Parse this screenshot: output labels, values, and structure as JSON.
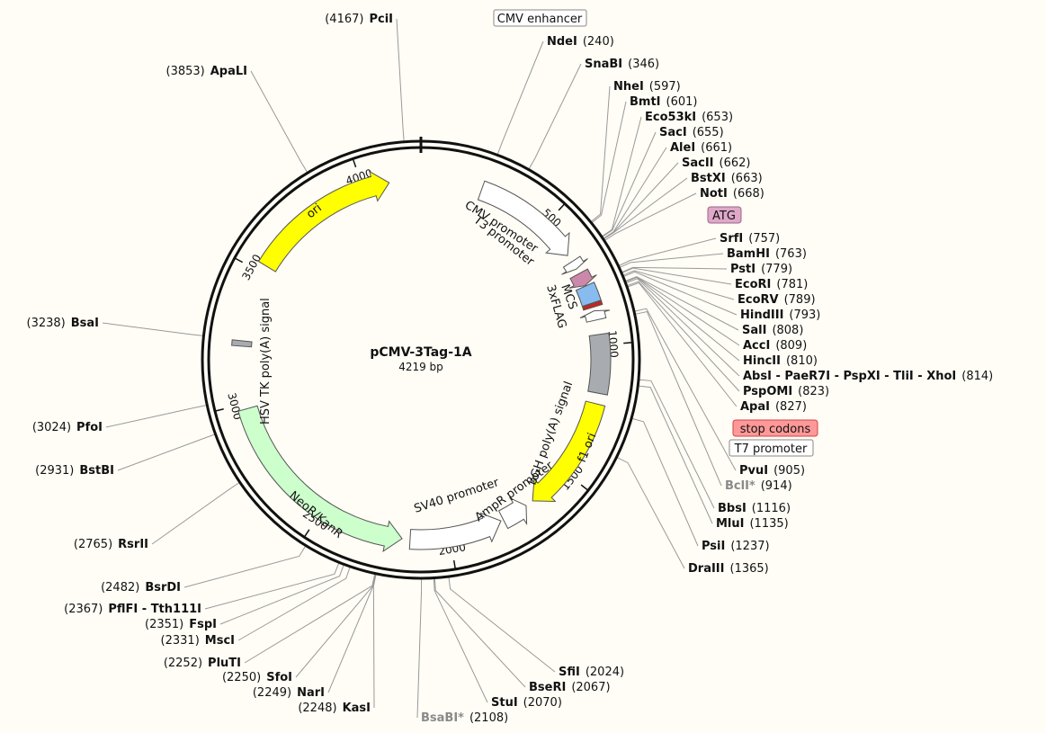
{
  "plasmid": {
    "name": "pCMV-3Tag-1A",
    "length_label": "4219 bp",
    "length": 4219
  },
  "ticks": [
    {
      "bp": 500,
      "label": "500"
    },
    {
      "bp": 1000,
      "label": "1000"
    },
    {
      "bp": 1500,
      "label": "1500"
    },
    {
      "bp": 2000,
      "label": "2000"
    },
    {
      "bp": 2500,
      "label": "2500"
    },
    {
      "bp": 3000,
      "label": "3000"
    },
    {
      "bp": 3500,
      "label": "3500"
    },
    {
      "bp": 4000,
      "label": "4000"
    }
  ],
  "features": [
    {
      "id": "cmv-promoter",
      "label": "CMV promoter",
      "start": 230,
      "end": 640,
      "color": "#ffffff",
      "dir": 1
    },
    {
      "id": "t3-promoter",
      "label": "T3 promoter",
      "start": 668,
      "end": 700,
      "color": "#ffffff",
      "dir": 1
    },
    {
      "id": "atg-feature",
      "label": "",
      "start": 720,
      "end": 770,
      "color": "#cc88aa",
      "dir": 1
    },
    {
      "id": "mcs",
      "label": "MCS",
      "start": 772,
      "end": 840,
      "color": "#88bbee",
      "dir": 0
    },
    {
      "id": "3xflag",
      "label": "3xFLAG",
      "start": 842,
      "end": 856,
      "color": "#cc2222",
      "dir": 0
    },
    {
      "id": "t7-promoter",
      "label": "",
      "start": 870,
      "end": 905,
      "color": "#ffffff",
      "dir": -1
    },
    {
      "id": "bgh-polya",
      "label": "bGH poly(A) signal",
      "start": 960,
      "end": 1180,
      "color": "#a8acb0",
      "dir": 0
    },
    {
      "id": "f1-ori",
      "label": "f1 ori",
      "start": 1220,
      "end": 1660,
      "color": "#ffff00",
      "dir": 1
    },
    {
      "id": "ampr-promoter",
      "label": "AmpR promoter",
      "start": 1690,
      "end": 1790,
      "color": "#ffffff",
      "dir": -1
    },
    {
      "id": "sv40-promoter",
      "label": "SV40 promoter",
      "start": 1800,
      "end": 2150,
      "color": "#ffffff",
      "dir": -1
    },
    {
      "id": "neor-kanr",
      "label": "NeoR/KanR",
      "start": 2180,
      "end": 2980,
      "color": "#ccffcc",
      "dir": -1
    },
    {
      "id": "hsv-tk-polya",
      "label": "HSV TK poly(A) signal",
      "start": 3215,
      "end": 3235,
      "color": "#a8acb0",
      "dir": 0
    },
    {
      "id": "ori",
      "label": "ori",
      "start": 3530,
      "end": 4100,
      "color": "#ffff00",
      "dir": 1
    }
  ],
  "boxed_labels": [
    {
      "id": "cmv-enhancer",
      "text": "CMV enhancer",
      "bg": "#ffffff",
      "border": "#888888"
    },
    {
      "id": "atg",
      "text": "ATG",
      "bg": "#e0a8c8",
      "border": "#996688"
    },
    {
      "id": "stop-codons",
      "text": "stop codons",
      "bg": "#ff9999",
      "border": "#cc4444"
    },
    {
      "id": "t7-promoter-box",
      "text": "T7 promoter",
      "bg": "#ffffff",
      "border": "#888888"
    }
  ],
  "sites": [
    {
      "name": "PciI",
      "pos": "(4167)",
      "bp": 4167,
      "side": "left"
    },
    {
      "name": "ApaLI",
      "pos": "(3853)",
      "bp": 3853,
      "side": "left"
    },
    {
      "name": "NdeI",
      "pos": "(240)",
      "bp": 240,
      "side": "right"
    },
    {
      "name": "SnaBI",
      "pos": "(346)",
      "bp": 346,
      "side": "right"
    },
    {
      "name": "NheI",
      "pos": "(597)",
      "bp": 597,
      "side": "right"
    },
    {
      "name": "BmtI",
      "pos": "(601)",
      "bp": 601,
      "side": "right"
    },
    {
      "name": "Eco53kI",
      "pos": "(653)",
      "bp": 653,
      "side": "right"
    },
    {
      "name": "SacI",
      "pos": "(655)",
      "bp": 655,
      "side": "right"
    },
    {
      "name": "AleI",
      "pos": "(661)",
      "bp": 661,
      "side": "right"
    },
    {
      "name": "SacII",
      "pos": "(662)",
      "bp": 662,
      "side": "right"
    },
    {
      "name": "BstXI",
      "pos": "(663)",
      "bp": 663,
      "side": "right"
    },
    {
      "name": "NotI",
      "pos": "(668)",
      "bp": 668,
      "side": "right"
    },
    {
      "name": "SrfI",
      "pos": "(757)",
      "bp": 757,
      "side": "right"
    },
    {
      "name": "BamHI",
      "pos": "(763)",
      "bp": 763,
      "side": "right"
    },
    {
      "name": "PstI",
      "pos": "(779)",
      "bp": 779,
      "side": "right"
    },
    {
      "name": "EcoRI",
      "pos": "(781)",
      "bp": 781,
      "side": "right"
    },
    {
      "name": "EcoRV",
      "pos": "(789)",
      "bp": 789,
      "side": "right"
    },
    {
      "name": "HindIII",
      "pos": "(793)",
      "bp": 793,
      "side": "right"
    },
    {
      "name": "SalI",
      "pos": "(808)",
      "bp": 808,
      "side": "right"
    },
    {
      "name": "AccI",
      "pos": "(809)",
      "bp": 809,
      "side": "right"
    },
    {
      "name": "HincII",
      "pos": "(810)",
      "bp": 810,
      "side": "right"
    },
    {
      "name": "AbsI - PaeR7I - PspXI - TliI - XhoI",
      "pos": "(814)",
      "bp": 814,
      "side": "right"
    },
    {
      "name": "PspOMI",
      "pos": "(823)",
      "bp": 823,
      "side": "right"
    },
    {
      "name": "ApaI",
      "pos": "(827)",
      "bp": 827,
      "side": "right"
    },
    {
      "name": "PvuI",
      "pos": "(905)",
      "bp": 905,
      "side": "right"
    },
    {
      "name": "BclI*",
      "pos": "(914)",
      "bp": 914,
      "side": "right",
      "grey": true
    },
    {
      "name": "BbsI",
      "pos": "(1116)",
      "bp": 1116,
      "side": "right"
    },
    {
      "name": "MluI",
      "pos": "(1135)",
      "bp": 1135,
      "side": "right"
    },
    {
      "name": "PsiI",
      "pos": "(1237)",
      "bp": 1237,
      "side": "right"
    },
    {
      "name": "DraIII",
      "pos": "(1365)",
      "bp": 1365,
      "side": "right"
    },
    {
      "name": "SfiI",
      "pos": "(2024)",
      "bp": 2024,
      "side": "right"
    },
    {
      "name": "BseRI",
      "pos": "(2067)",
      "bp": 2067,
      "side": "right"
    },
    {
      "name": "StuI",
      "pos": "(2070)",
      "bp": 2070,
      "side": "right"
    },
    {
      "name": "BsaBI*",
      "pos": "(2108)",
      "bp": 2108,
      "side": "right",
      "grey": true
    },
    {
      "name": "KasI",
      "pos": "(2248)",
      "bp": 2248,
      "side": "left"
    },
    {
      "name": "NarI",
      "pos": "(2249)",
      "bp": 2249,
      "side": "left"
    },
    {
      "name": "SfoI",
      "pos": "(2250)",
      "bp": 2250,
      "side": "left"
    },
    {
      "name": "PluTI",
      "pos": "(2252)",
      "bp": 2252,
      "side": "left"
    },
    {
      "name": "MscI",
      "pos": "(2331)",
      "bp": 2331,
      "side": "left"
    },
    {
      "name": "FspI",
      "pos": "(2351)",
      "bp": 2351,
      "side": "left"
    },
    {
      "name": "PflFI - Tth111I",
      "pos": "(2367)",
      "bp": 2367,
      "side": "left"
    },
    {
      "name": "BsrDI",
      "pos": "(2482)",
      "bp": 2482,
      "side": "left"
    },
    {
      "name": "RsrII",
      "pos": "(2765)",
      "bp": 2765,
      "side": "left"
    },
    {
      "name": "BstBI",
      "pos": "(2931)",
      "bp": 2931,
      "side": "left"
    },
    {
      "name": "PfoI",
      "pos": "(3024)",
      "bp": 3024,
      "side": "left"
    },
    {
      "name": "BsaI",
      "pos": "(3238)",
      "bp": 3238,
      "side": "left"
    }
  ]
}
